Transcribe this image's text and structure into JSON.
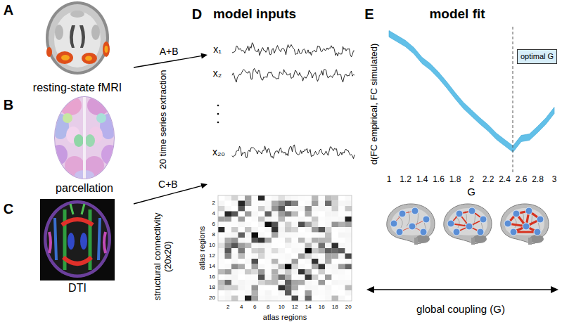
{
  "diagram": {
    "nodes": [
      {
        "text": [
          "A",
          "resting-state fMRI"
        ]
      },
      {
        "text": [
          "B",
          "parcellation"
        ]
      },
      {
        "text": [
          "C",
          "DTI"
        ]
      },
      {
        "text": [
          "20 time series extraction"
        ]
      },
      {
        "text": [
          "structural connectivity (20x20)"
        ]
      },
      {
        "text": [
          "optimal G"
        ]
      }
    ],
    "edges": [
      {
        "from": 0,
        "to": 3,
        "label": "A+B",
        "arrow": "to"
      },
      {
        "from": 2,
        "to": 4,
        "label": "C+B",
        "arrow": "to"
      }
    ],
    "labels": [
      "D",
      "model inputs",
      "E",
      "model fit",
      "x₁",
      "x₂",
      "x₂₀",
      "atlas regions",
      "atlas regions",
      "2",
      "4",
      "6",
      "8",
      "10",
      "12",
      "14",
      "16",
      "18",
      "20",
      "2",
      "4",
      "6",
      "8",
      "10",
      "12",
      "14",
      "16",
      "18",
      "20",
      "d(FC empirical, FC simulated)",
      "1",
      "1.2",
      "1.4",
      "1.6",
      "1.8",
      "2",
      "2.2",
      "2.4",
      "2.6",
      "2.8",
      "3",
      "G",
      "global coupling (G)"
    ]
  }
}
